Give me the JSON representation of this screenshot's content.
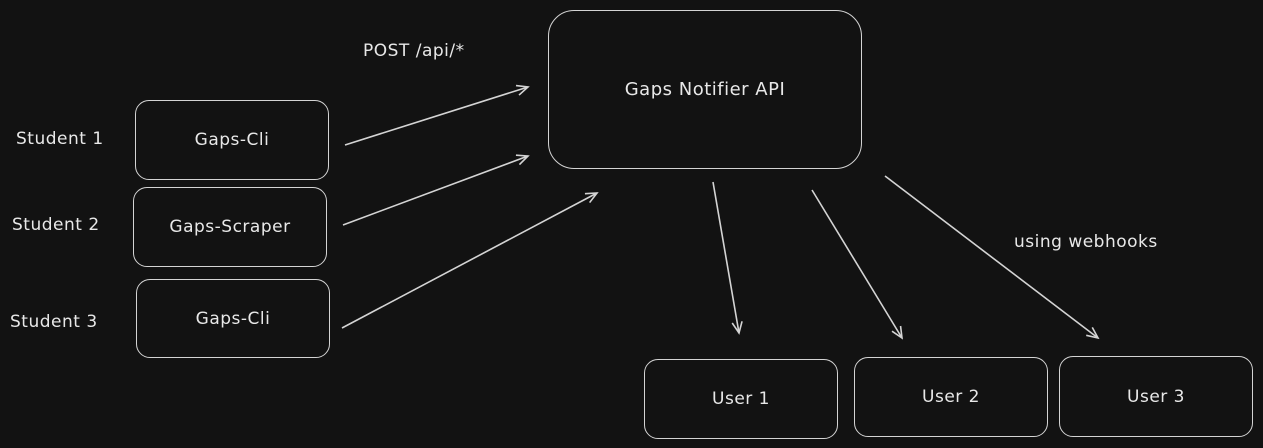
{
  "api": {
    "title": "Gaps Notifier API",
    "endpoint_label": "POST /api/*"
  },
  "clients": [
    {
      "student": "Student 1",
      "tool": "Gaps-Cli"
    },
    {
      "student": "Student 2",
      "tool": "Gaps-Scraper"
    },
    {
      "student": "Student 3",
      "tool": "Gaps-Cli"
    }
  ],
  "users": [
    "User 1",
    "User 2",
    "User 3"
  ],
  "webhook_label": "using webhooks",
  "colors": {
    "background": "#121212",
    "stroke": "#d4d4d4",
    "text": "#e8e8e8"
  }
}
